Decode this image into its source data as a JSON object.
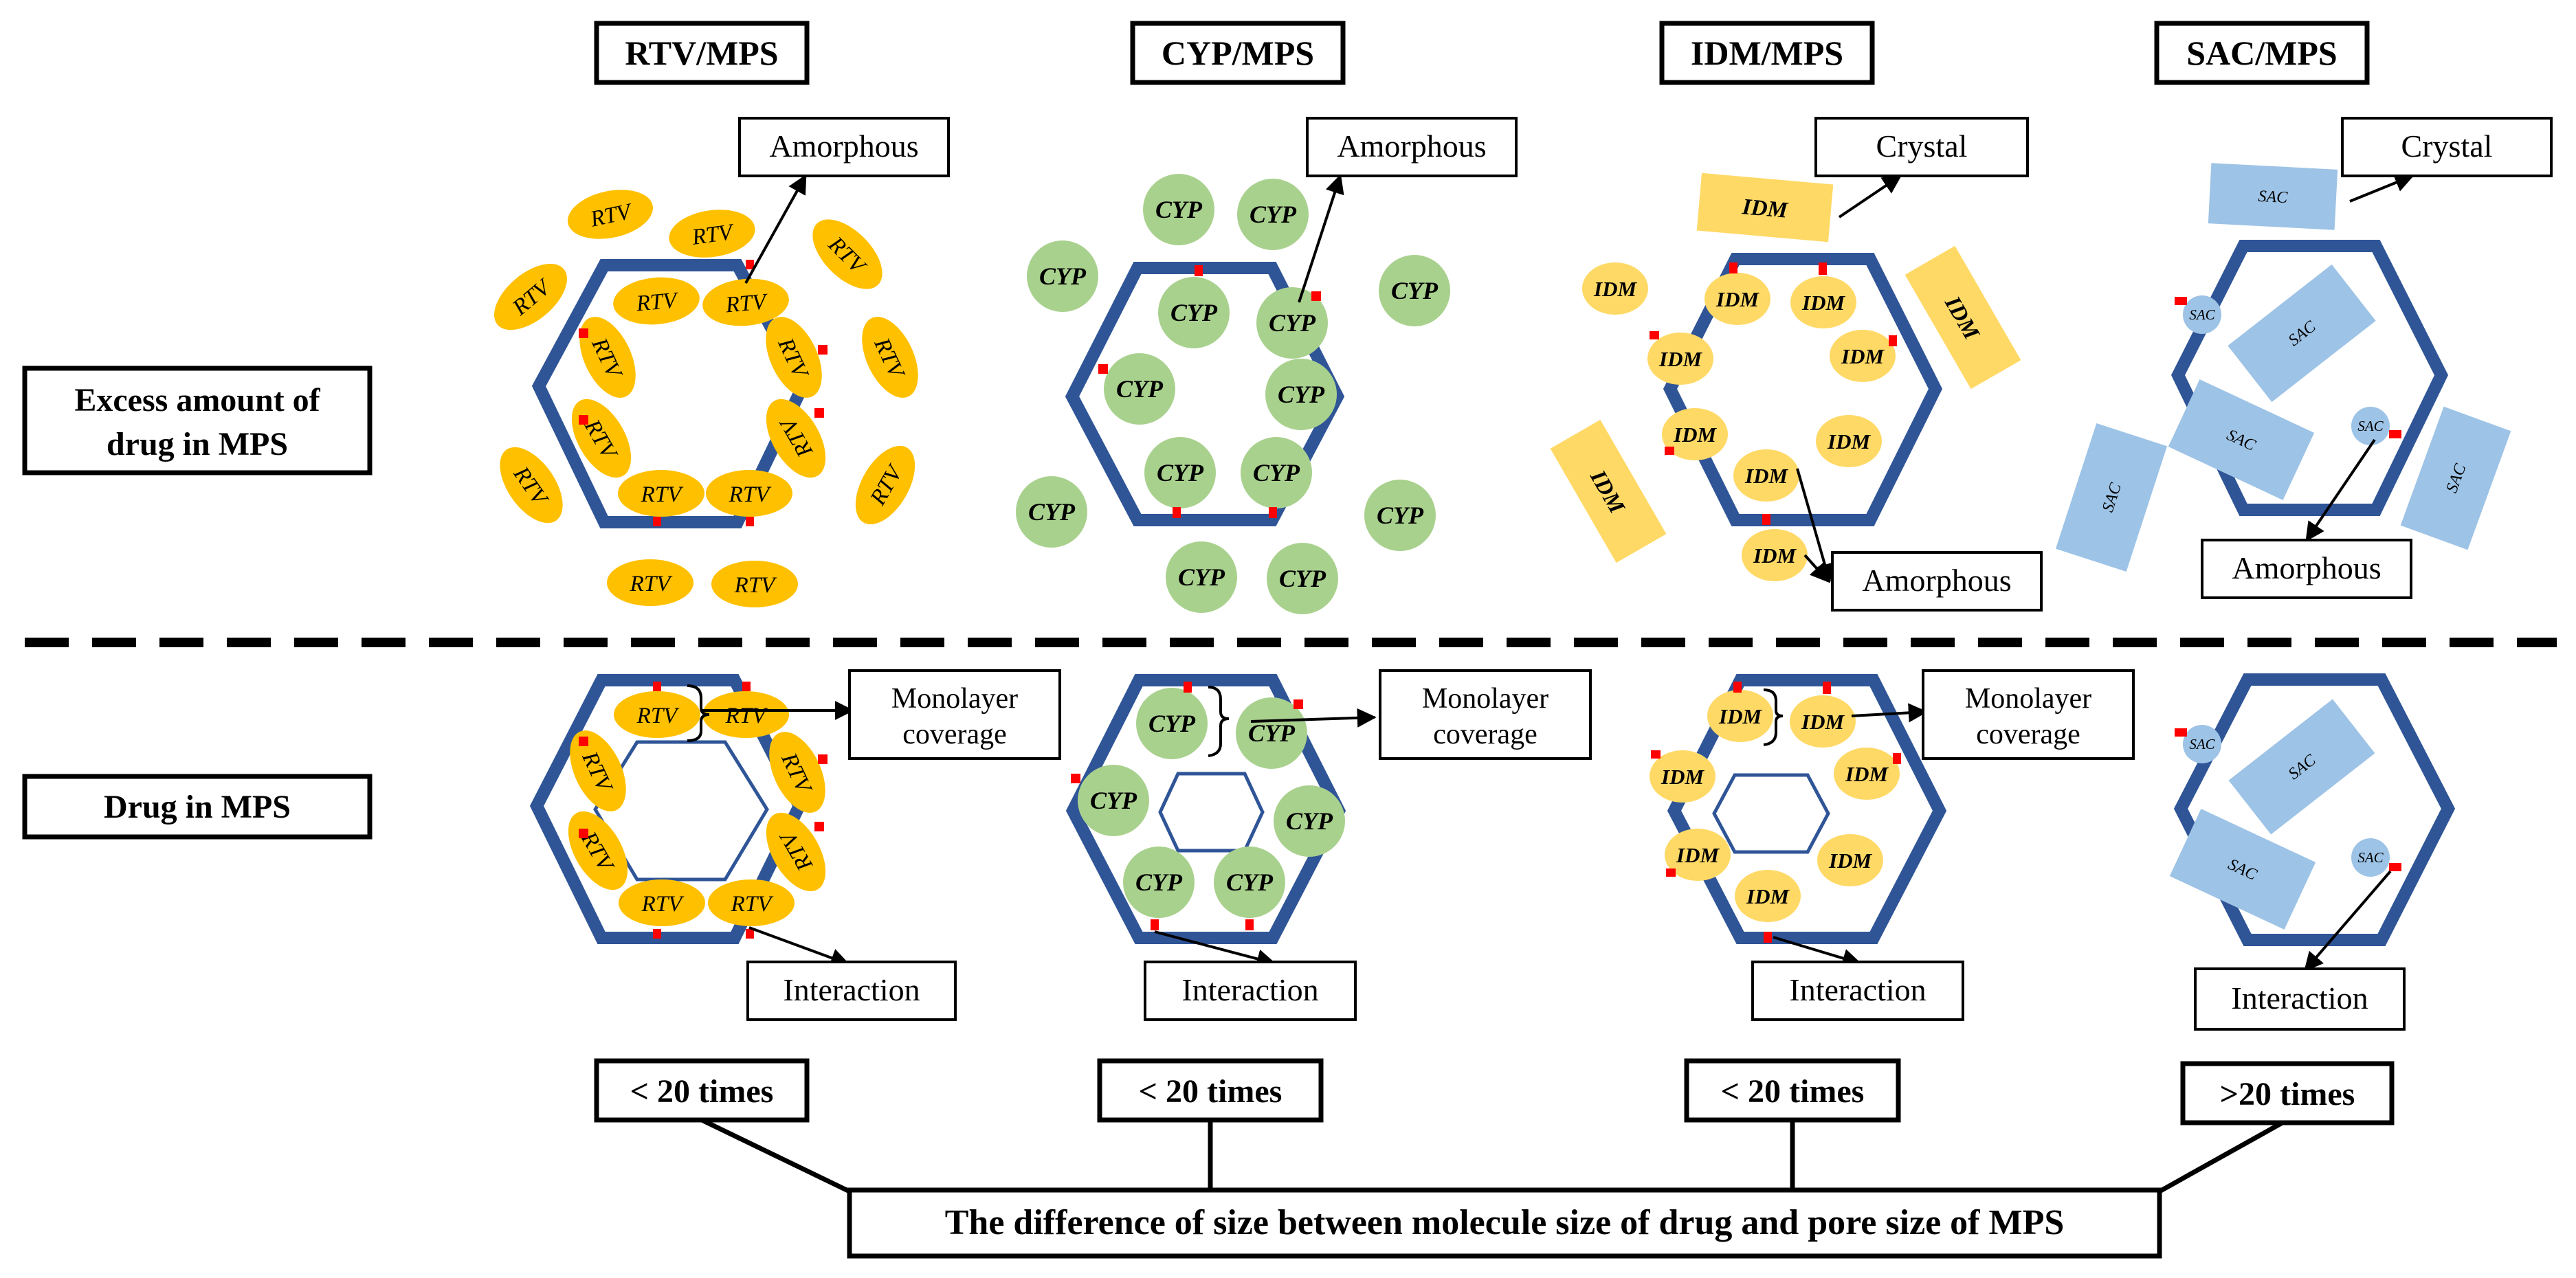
{
  "colors": {
    "hexagon": "#2f5597",
    "rtv": "#ffc000",
    "cyp": "#a9d18e",
    "idm": "#ffd966",
    "sac": "#9dc3e6",
    "bond": "#ff0000",
    "text": "#000000"
  },
  "column_titles": [
    "RTV/MPS",
    "CYP/MPS",
    "IDM/MPS",
    "SAC/MPS"
  ],
  "row_labels": {
    "excess_line1": "Excess amount of",
    "excess_line2": "drug in MPS",
    "drug": "Drug in MPS"
  },
  "callouts": {
    "amorphous": "Amorphous",
    "crystal": "Crystal",
    "monolayer_line1": "Monolayer",
    "monolayer_line2": "coverage",
    "interaction": "Interaction"
  },
  "drugs": {
    "rtv": "RTV",
    "cyp": "CYP",
    "idm": "IDM",
    "sac": "SAC"
  },
  "size_ratio": [
    "< 20 times",
    "< 20 times",
    "< 20 times",
    ">20 times"
  ],
  "bottom_label": "The difference of size between molecule size of drug and pore size of MPS"
}
